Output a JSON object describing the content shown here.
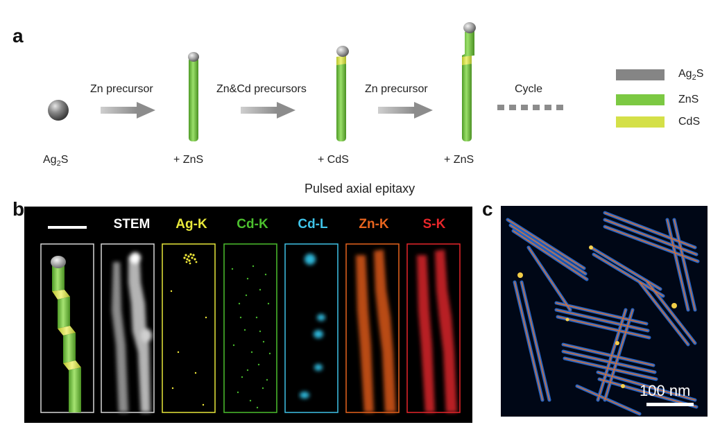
{
  "panel_a": {
    "letter": "a",
    "start_label": "Ag",
    "start_label_sub": "2",
    "start_label_end": "S",
    "steps": [
      {
        "arrow_label": "Zn precursor",
        "product_label": "+ ZnS"
      },
      {
        "arrow_label": "Zn&Cd precursors",
        "product_label": "+ CdS"
      },
      {
        "arrow_label": "Zn precursor",
        "product_label": "+ ZnS"
      }
    ],
    "cycle_label": "Cycle",
    "caption": "Pulsed axial epitaxy",
    "legend": [
      {
        "label": "Ag",
        "sub": "2",
        "label_end": "S",
        "color": "#858585"
      },
      {
        "label": "ZnS",
        "sub": "",
        "label_end": "",
        "color": "#7cc943"
      },
      {
        "label": "CdS",
        "sub": "",
        "label_end": "",
        "color": "#d4e048"
      }
    ]
  },
  "panel_b": {
    "letter": "b",
    "maps": [
      {
        "label": "STEM",
        "color": "#ffffff"
      },
      {
        "label": "Ag-K",
        "color": "#e8e83a"
      },
      {
        "label": "Cd-K",
        "color": "#4cc02e"
      },
      {
        "label": "Cd-L",
        "color": "#3fc3e8"
      },
      {
        "label": "Zn-K",
        "color": "#e8641e"
      },
      {
        "label": "S-K",
        "color": "#e8262a"
      }
    ]
  },
  "panel_c": {
    "letter": "c",
    "scale_bar_label": "100 nm"
  }
}
